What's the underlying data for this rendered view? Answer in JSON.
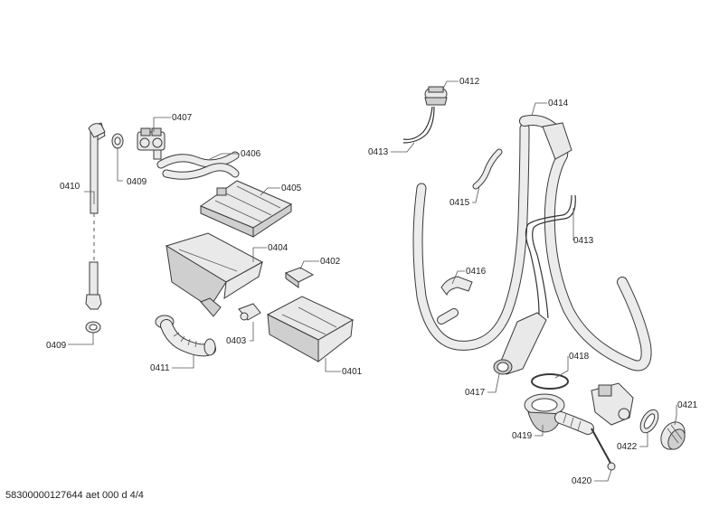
{
  "labels": {
    "p0410": "0410",
    "p0409a": "0409",
    "p0407": "0407",
    "p0406": "0406",
    "p0405": "0405",
    "p0404": "0404",
    "p0402": "0402",
    "p0409b": "0409",
    "p0403": "0403",
    "p0411": "0411",
    "p0401": "0401",
    "p0412": "0412",
    "p0413a": "0413",
    "p0414": "0414",
    "p0415": "0415",
    "p0413b": "0413",
    "p0416": "0416",
    "p0418": "0418",
    "p0417": "0417",
    "p0419": "0419",
    "p0421": "0421",
    "p0422": "0422",
    "p0420": "0420"
  },
  "footer": "58300000127644 aet 000 d 4/4"
}
